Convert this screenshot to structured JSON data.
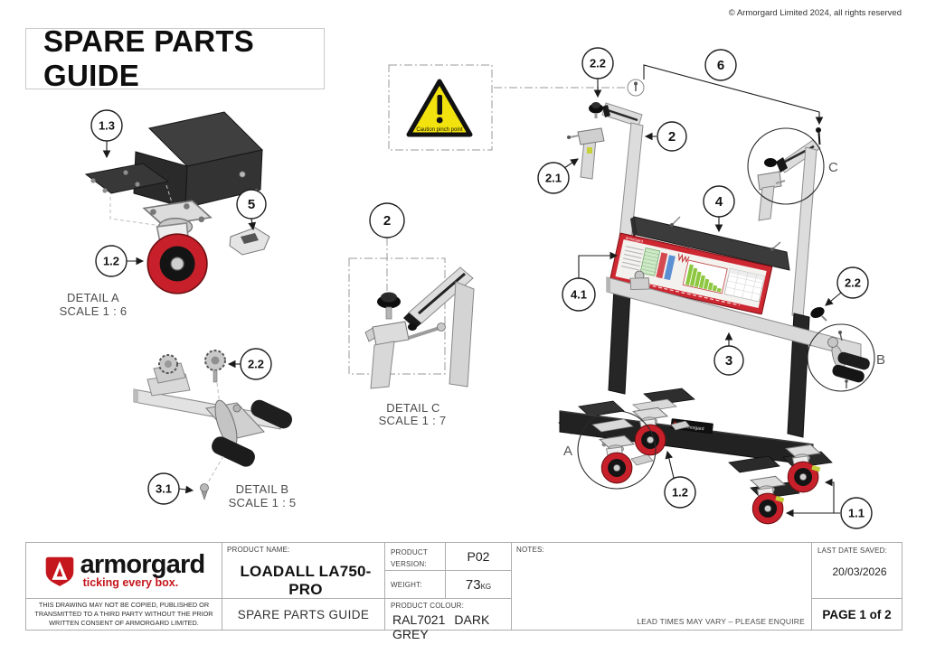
{
  "header": {
    "copyright": "© Armorgard Limited 2024, all rights reserved",
    "title": "SPARE PARTS GUIDE"
  },
  "warning_sign": {
    "text": "Caution pinch point"
  },
  "details": {
    "a": {
      "name": "DETAIL A",
      "scale": "SCALE 1 : 6"
    },
    "b": {
      "name": "DETAIL B",
      "scale": "SCALE 1 : 5"
    },
    "c": {
      "name": "DETAIL C",
      "scale": "SCALE 1 : 7"
    }
  },
  "callouts": {
    "detail_a_mount_plate": "1.3",
    "detail_a_caster": "1.2",
    "detail_a_bracket": "5",
    "detail_b_knob": "2.2",
    "detail_b_screw": "3.1",
    "detail_c_assembly": "2",
    "top_knob": "2.2",
    "clamp_post": "2.1",
    "upright_post": "2",
    "fixing_bolt": "6",
    "sign_backing": "4",
    "sign_panel": "4.1",
    "beam_knob": "2.2",
    "cross_beam": "3",
    "swivel_caster": "1.2",
    "braked_caster": "1.1",
    "view_a": "A",
    "view_b": "B",
    "view_c": "C"
  },
  "brand": {
    "name": "armorgard",
    "tagline": "ticking every box."
  },
  "title_block": {
    "product_name_label": "PRODUCT NAME:",
    "product_name": "LOADALL LA750-PRO",
    "doc_type": "SPARE PARTS GUIDE",
    "version_label": "PRODUCT VERSION:",
    "version": "P02",
    "weight_label": "WEIGHT:",
    "weight": "73",
    "weight_unit": "KG",
    "colour_label": "PRODUCT COLOUR:",
    "colour_code": "RAL7021",
    "colour_name": "DARK GREY",
    "notes_label": "NOTES:",
    "lead_note": "LEAD TIMES MAY VARY – PLEASE ENQUIRE",
    "saved_label": "LAST DATE SAVED:",
    "saved_date": "20/03/2026",
    "page": "PAGE 1 of 2",
    "disclaimer": "THIS DRAWING MAY NOT BE COPIED, PUBLISHED OR TRANSMITTED TO A THIRD PARTY WITHOUT THE PRIOR WRITTEN CONSENT OF ARMORGARD LIMITED."
  },
  "colors": {
    "brand_red": "#c4161c",
    "caster_red": "#c8202a",
    "warning_yellow": "#f2e20e",
    "sign_red": "#cd2731",
    "frame_dark": "#262626",
    "part_grey": "#dcdcdc"
  }
}
